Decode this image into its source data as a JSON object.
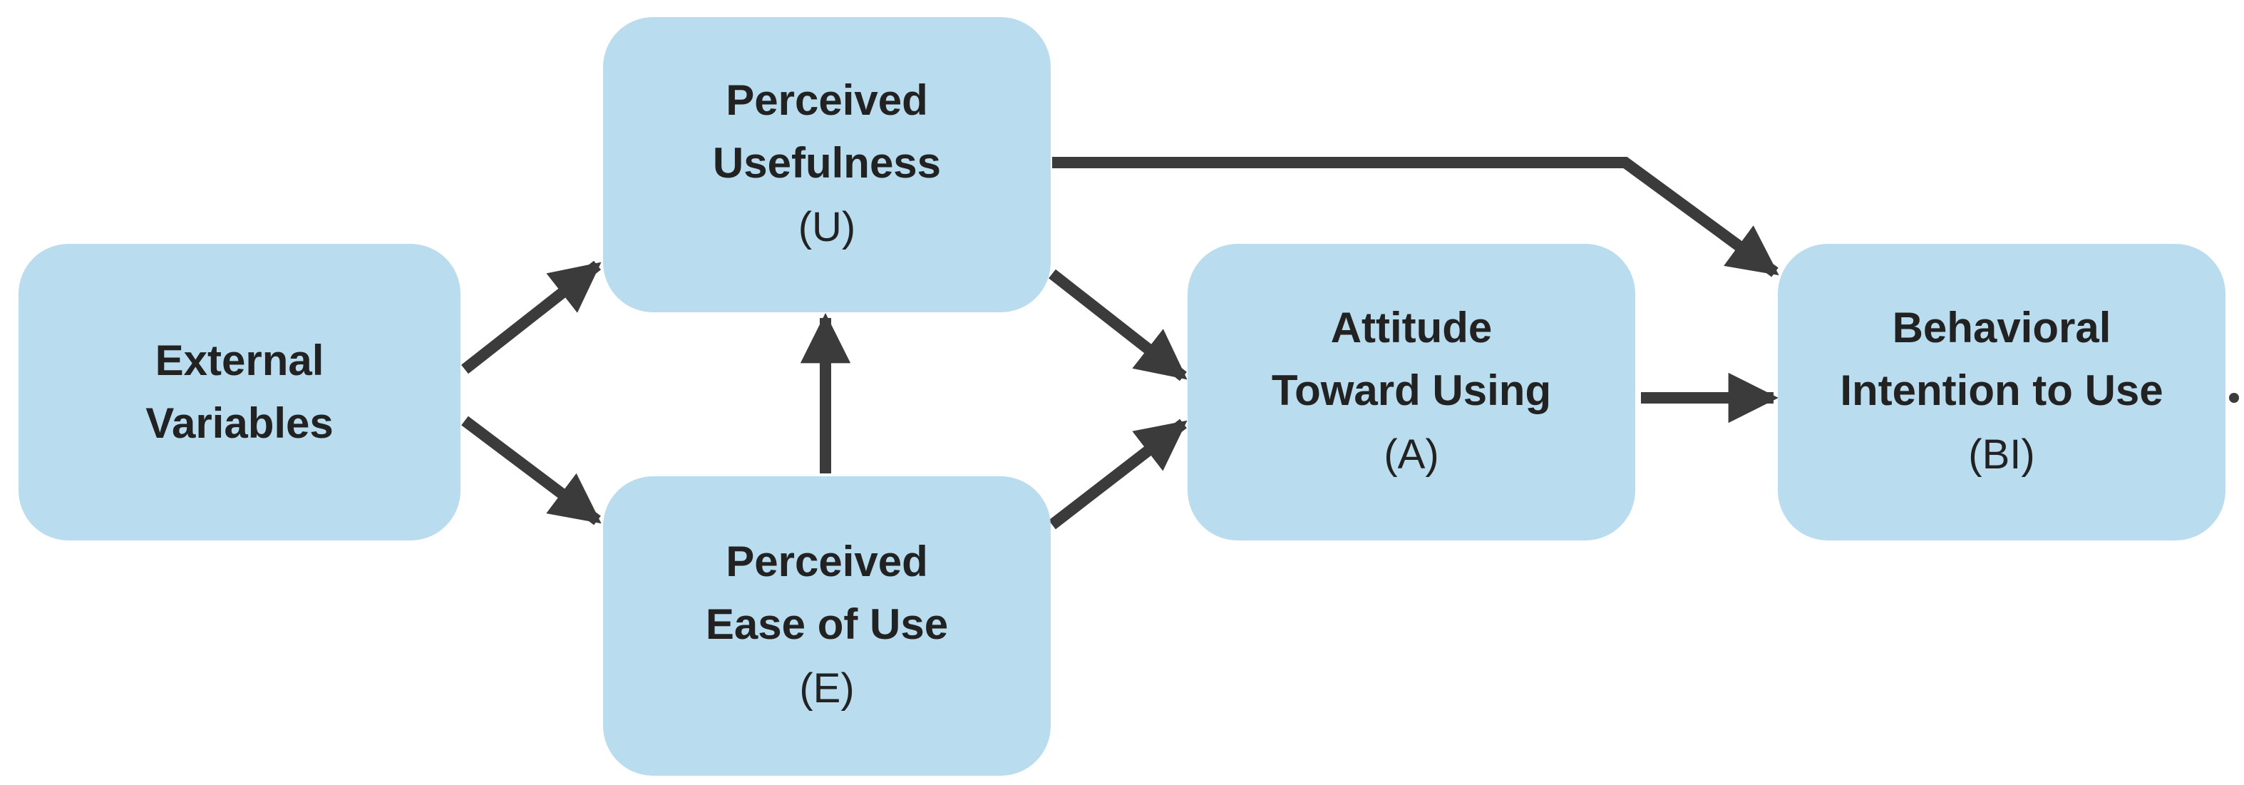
{
  "colors": {
    "box_fill": "#b9dcef",
    "arrow": "#3b3b3b",
    "text": "#222222"
  },
  "nodes": {
    "external": {
      "line1": "External",
      "line2": "Variables"
    },
    "usefulness": {
      "line1": "Perceived",
      "line2": "Usefulness",
      "abbr": "(U)"
    },
    "ease": {
      "line1": "Perceived",
      "line2": "Ease of Use",
      "abbr": "(E)"
    },
    "attitude": {
      "line1": "Attitude",
      "line2": "Toward Using",
      "abbr": "(A)"
    },
    "intention": {
      "line1": "Behavioral",
      "line2": "Intention to Use",
      "abbr": "(BI)"
    }
  },
  "edges": [
    {
      "from": "External Variables",
      "to": "Perceived Usefulness"
    },
    {
      "from": "External Variables",
      "to": "Perceived Ease of Use"
    },
    {
      "from": "Perceived Ease of Use",
      "to": "Perceived Usefulness"
    },
    {
      "from": "Perceived Usefulness",
      "to": "Attitude Toward Using"
    },
    {
      "from": "Perceived Ease of Use",
      "to": "Attitude Toward Using"
    },
    {
      "from": "Perceived Usefulness",
      "to": "Behavioral Intention to Use"
    },
    {
      "from": "Attitude Toward Using",
      "to": "Behavioral Intention to Use"
    }
  ]
}
